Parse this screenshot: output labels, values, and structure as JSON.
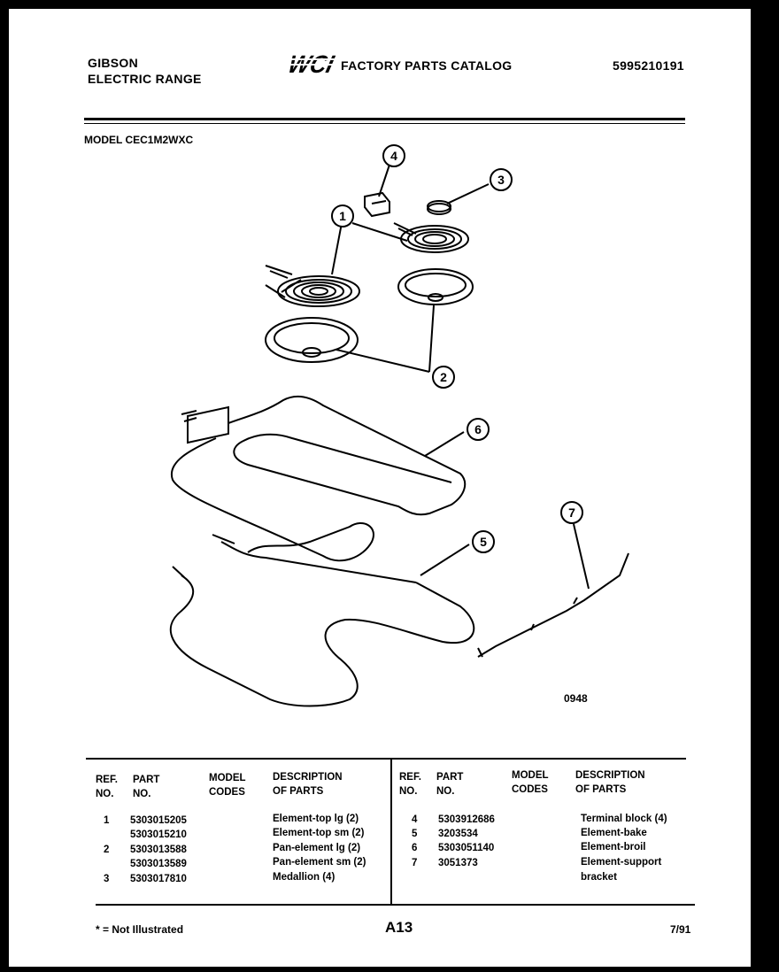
{
  "header": {
    "brand": "GIBSON",
    "product": "ELECTRIC RANGE",
    "logo_text": "WCI",
    "catalog_title": "FACTORY PARTS CATALOG",
    "catalog_number": "5995210191",
    "model": "MODEL CEC1M2WXC"
  },
  "diagram": {
    "callouts": [
      "1",
      "2",
      "3",
      "4",
      "5",
      "6",
      "7"
    ],
    "drawing_code": "0948"
  },
  "table": {
    "headers": {
      "ref_no": [
        "REF.",
        "NO."
      ],
      "part_no": [
        "PART",
        "NO."
      ],
      "model_codes": [
        "MODEL",
        "CODES"
      ],
      "description": [
        "DESCRIPTION",
        "OF PARTS"
      ]
    },
    "left_rows": [
      {
        "ref": "1",
        "part": "5303015205",
        "desc": "Element-top lg (2)"
      },
      {
        "ref": "",
        "part": "5303015210",
        "desc": "Element-top sm (2)"
      },
      {
        "ref": "2",
        "part": "5303013588",
        "desc": "Pan-element lg (2)"
      },
      {
        "ref": "",
        "part": "5303013589",
        "desc": "Pan-element sm (2)"
      },
      {
        "ref": "3",
        "part": "5303017810",
        "desc": "Medallion (4)"
      }
    ],
    "right_rows": [
      {
        "ref": "4",
        "part": "5303912686",
        "desc": "Terminal block (4)"
      },
      {
        "ref": "5",
        "part": "3203534",
        "desc": "Element-bake"
      },
      {
        "ref": "6",
        "part": "5303051140",
        "desc": "Element-broil"
      },
      {
        "ref": "7",
        "part": "3051373",
        "desc": "Element-support"
      },
      {
        "ref": "",
        "part": "",
        "desc": "bracket"
      }
    ]
  },
  "footer": {
    "note": "* = Not Illustrated",
    "page": "A13",
    "date": "7/91"
  }
}
